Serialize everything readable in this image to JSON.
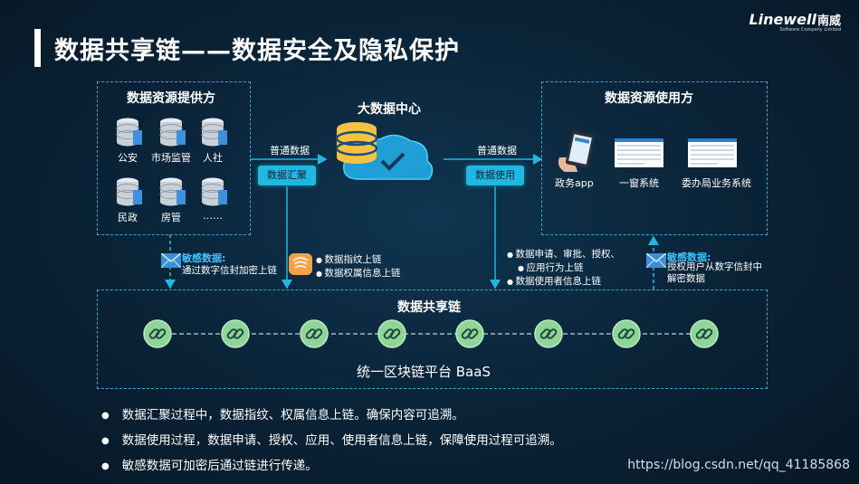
{
  "header": {
    "title": "数据共享链——数据安全及隐私保护",
    "logo_text": "Linewell",
    "logo_cn": "南威",
    "logo_sub": "Software Company Limited"
  },
  "provider": {
    "title": "数据资源提供方",
    "items": [
      "公安",
      "市场监管",
      "人社",
      "民政",
      "房管",
      "……"
    ]
  },
  "center": {
    "title": "大数据中心",
    "left_flow_label": "普通数据",
    "left_pill": "数据汇聚",
    "right_flow_label": "普通数据",
    "right_pill": "数据使用"
  },
  "consumer": {
    "title": "数据资源使用方",
    "items": [
      "政务app",
      "一窗系统",
      "委办局业务系统"
    ]
  },
  "annotations": {
    "left_sensitive_title": "敏感数据:",
    "left_sensitive_text": "通过数字信封加密上链",
    "fingerprint_lines": [
      "数据指纹上链",
      "数据权属信息上链"
    ],
    "usage_lines": [
      "数据申请、审批、授权、",
      "应用行为上链",
      "数据使用者信息上链"
    ],
    "right_sensitive_title": "敏感数据:",
    "right_sensitive_lines": [
      "授权用户从数字信封中",
      "解密数据"
    ]
  },
  "chain": {
    "title": "数据共享链",
    "platform": "统一区块链平台 BaaS",
    "node_count": 8
  },
  "bottom_points": [
    "数据汇聚过程中，数据指纹、权属信息上链。确保内容可追溯。",
    "数据使用过程，数据申请、授权、应用、使用者信息上链，保障使用过程可追溯。",
    "敏感数据可加密后通过链进行传递。"
  ],
  "watermark": "https://blog.csdn.net/qq_41185868",
  "colors": {
    "accent": "#1fb8e3",
    "dashed_border": "#3aa6c8",
    "node": "#8fd59a",
    "sensitive": "#3cc3ff"
  }
}
